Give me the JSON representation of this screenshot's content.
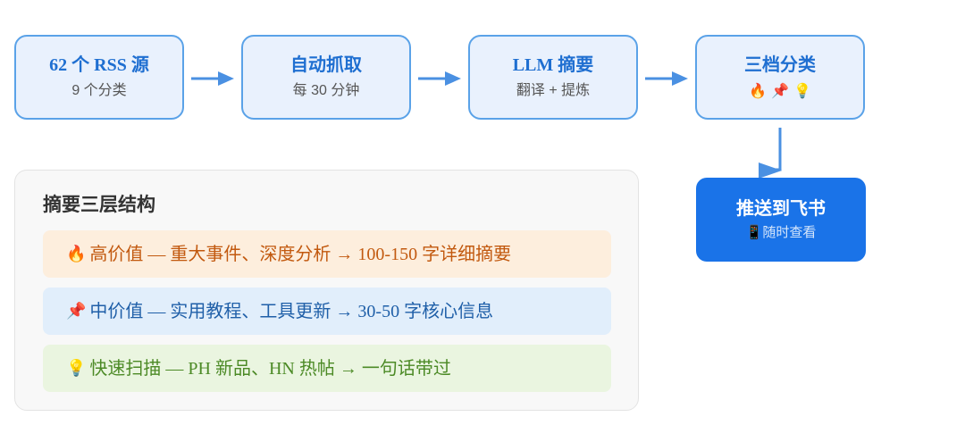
{
  "pipeline": {
    "steps": [
      {
        "title": "62 个 RSS 源",
        "subtitle": "9 个分类"
      },
      {
        "title": "自动抓取",
        "subtitle": "每 30 分钟"
      },
      {
        "title": "LLM 摘要",
        "subtitle": "翻译 + 提炼"
      },
      {
        "title": "三档分类",
        "subtitle": "🔥 📌 💡"
      }
    ],
    "output": {
      "title": "推送到飞书",
      "subtitle": "📱随时查看"
    }
  },
  "structure": {
    "title": "摘要三层结构",
    "tiers": [
      {
        "icon": "🔥",
        "text": "高价值 — 重大事件、深度分析 → 100-150 字详细摘要",
        "color": "#c2590f"
      },
      {
        "icon": "📌",
        "text": "中价值 — 实用教程、工具更新 → 30-50 字核心信息",
        "color": "#1f5fa8"
      },
      {
        "icon": "💡",
        "text": "快速扫描 — PH 新品、HN 热帖 → 一句话带过",
        "color": "#4c8a26"
      }
    ]
  },
  "colors": {
    "step_border": "#5aa2e8",
    "step_fill": "#e9f1fd",
    "accent": "#1a73e8",
    "arrow": "#4a90e2"
  }
}
